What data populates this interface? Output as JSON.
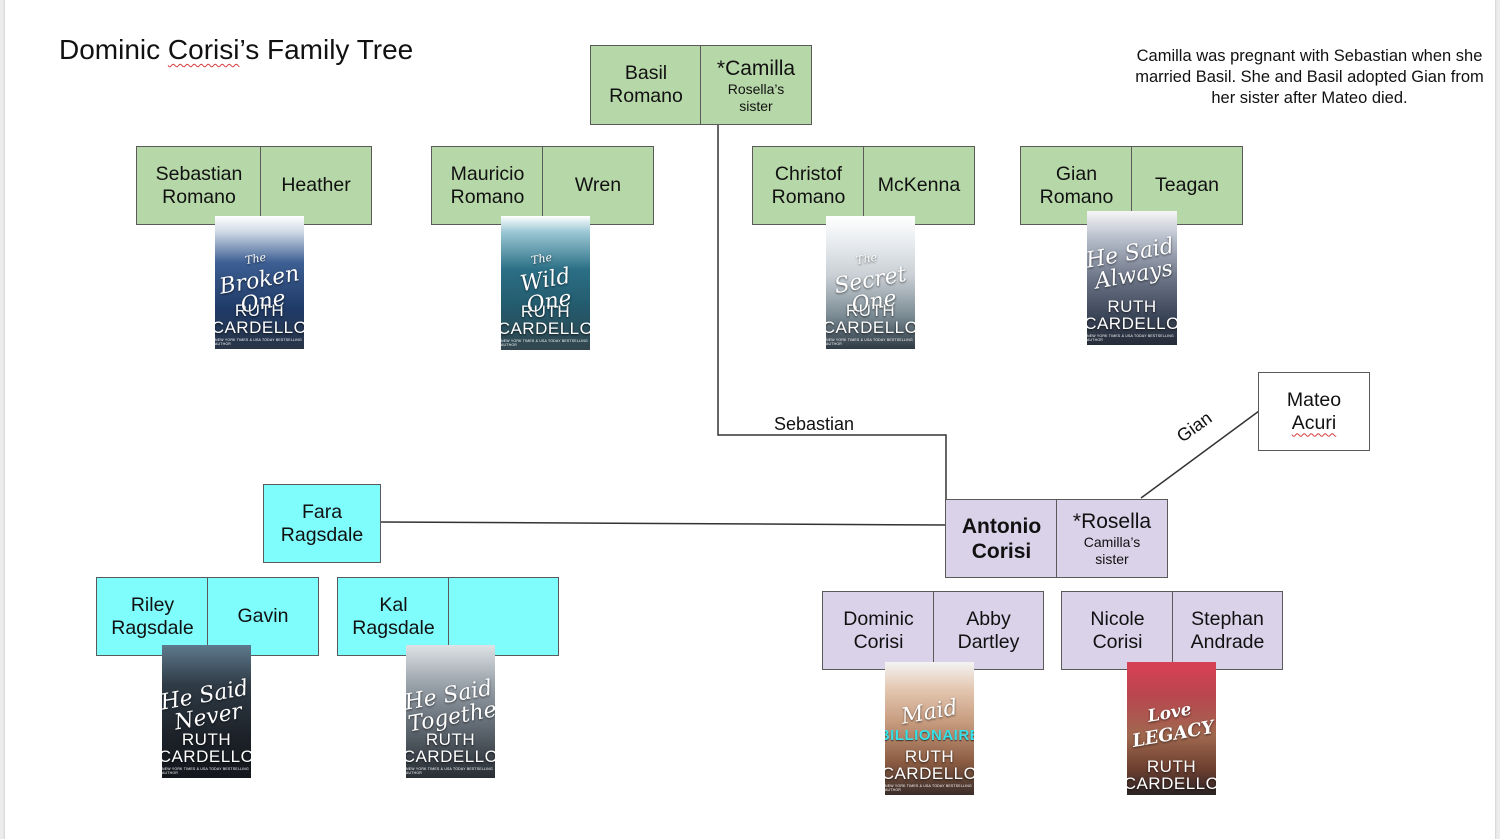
{
  "title": {
    "prefix": "Dominic ",
    "name": "Corisi",
    "suffix": "’s Family Tree"
  },
  "note": "Camilla was pregnant with Sebastian when she married Basil. She and Basil adopted Gian from her sister after Mateo died.",
  "people": {
    "basil": [
      "Basil",
      "Romano"
    ],
    "camilla": {
      "name": "*Camilla",
      "note": [
        "Rosella’s",
        "sister"
      ]
    },
    "sebastian": [
      "Sebastian",
      "Romano"
    ],
    "heather": [
      "Heather"
    ],
    "mauricio": [
      "Mauricio",
      "Romano"
    ],
    "wren": [
      "Wren"
    ],
    "christof": [
      "Christof",
      "Romano"
    ],
    "mckenna": [
      "McKenna"
    ],
    "gian": [
      "Gian",
      "Romano"
    ],
    "teagan": [
      "Teagan"
    ],
    "mateo": {
      "first": "Mateo",
      "last": "Acuri"
    },
    "fara": [
      "Fara",
      "Ragsdale"
    ],
    "antonio": [
      "Antonio",
      "Corisi"
    ],
    "rosella": {
      "name": "*Rosella",
      "note": [
        "Camilla’s",
        "sister"
      ]
    },
    "riley": [
      "Riley",
      "Ragsdale"
    ],
    "gavin": [
      "Gavin"
    ],
    "kal": [
      "Kal",
      "Ragsdale"
    ],
    "kal_partner": [],
    "dominic": [
      "Dominic",
      "Corisi"
    ],
    "abby": [
      "Abby",
      "Dartley"
    ],
    "nicole": [
      "Nicole",
      "Corisi"
    ],
    "stephan": [
      "Stephan",
      "Andrade"
    ]
  },
  "link_labels": {
    "sebastian": "Sebastian",
    "gian": "Gian"
  },
  "covers": [
    {
      "id": "broken",
      "script": [
        "The",
        "Broken",
        "One"
      ],
      "author": [
        "RUTH",
        "CARDELLO"
      ],
      "tagline": "NEW YORK TIMES & USA TODAY BESTSELLING AUTHOR"
    },
    {
      "id": "wild",
      "script": [
        "The",
        "Wild",
        "One"
      ],
      "author": [
        "RUTH",
        "CARDELLO"
      ],
      "tagline": "NEW YORK TIMES & USA TODAY BESTSELLING AUTHOR"
    },
    {
      "id": "secret",
      "script": [
        "The",
        "Secret",
        "One"
      ],
      "author": [
        "RUTH",
        "CARDELLO"
      ],
      "tagline": "NEW YORK TIMES & USA TODAY BESTSELLING AUTHOR"
    },
    {
      "id": "always",
      "script": [
        "He Said",
        "Always"
      ],
      "author": [
        "RUTH",
        "CARDELLO"
      ],
      "tagline": "NEW YORK TIMES & USA TODAY BESTSELLING AUTHOR"
    },
    {
      "id": "never",
      "script": [
        "He Said",
        "Never"
      ],
      "author": [
        "RUTH",
        "CARDELLO"
      ],
      "tagline": "NEW YORK TIMES & USA TODAY BESTSELLING AUTHOR"
    },
    {
      "id": "together",
      "script": [
        "He Said",
        "Together"
      ],
      "author": [
        "RUTH",
        "CARDELLO"
      ],
      "tagline": "NEW YORK TIMES & USA TODAY BESTSELLING AUTHOR"
    },
    {
      "id": "maid",
      "script": [
        "Maid"
      ],
      "banner": "BILLIONAIRE",
      "author": [
        "RUTH",
        "CARDELLO"
      ],
      "tagline": "NEW YORK TIMES & USA TODAY BESTSELLING AUTHOR"
    },
    {
      "id": "legacy",
      "script": [
        "Love",
        "LEGACY"
      ],
      "author": [
        "RUTH",
        "CARDELLO"
      ],
      "tagline": ""
    }
  ],
  "colors": {
    "romano_green": "#b6d7a8",
    "ragsdale_cyan": "#7ffcfc",
    "corisi_lavender": "#d9d2e9",
    "spellcheck_red": "#d63a3a"
  }
}
